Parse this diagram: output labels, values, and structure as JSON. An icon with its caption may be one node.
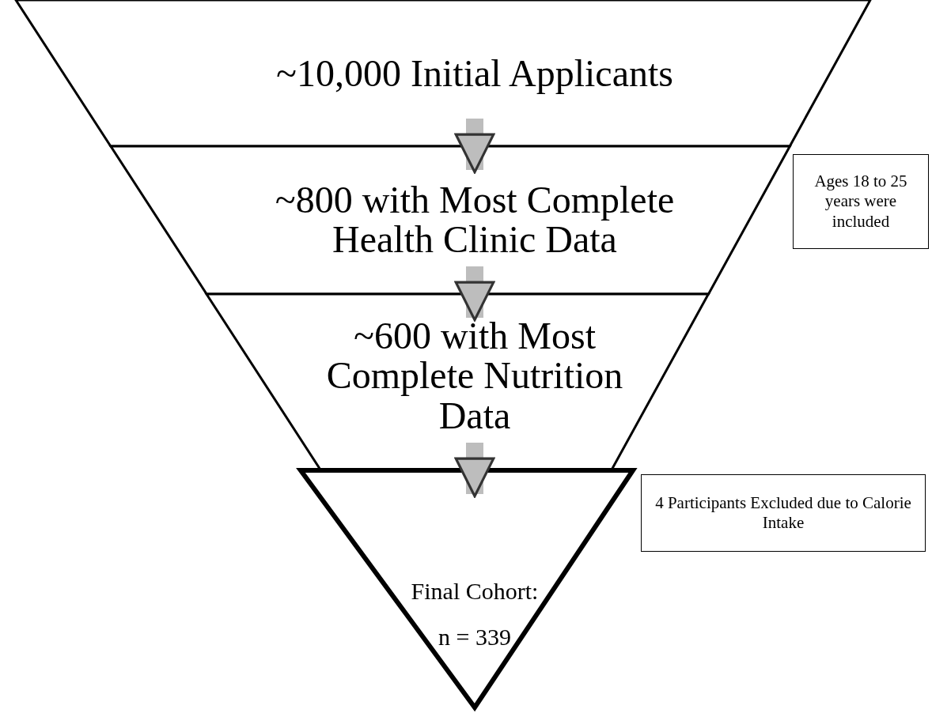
{
  "diagram": {
    "nodes": [
      {
        "text": [
          "~10,000 Initial Applicants"
        ]
      },
      {
        "text": [
          "~800 with Most Complete Health Clinic Data"
        ]
      },
      {
        "text": [
          "~600 with Most Complete Nutrition Data"
        ]
      },
      {
        "text": [
          "Final Cohort:",
          "n = 339"
        ]
      },
      {
        "text": [
          "Ages 18 to 25 years were included"
        ]
      },
      {
        "text": [
          "4 Participants Excluded due to Calorie Intake"
        ]
      }
    ],
    "edges": [
      {
        "from": 0,
        "to": 1,
        "arrow": "to"
      },
      {
        "from": 1,
        "to": 2,
        "arrow": "to"
      },
      {
        "from": 2,
        "to": 3,
        "arrow": "to"
      }
    ]
  }
}
